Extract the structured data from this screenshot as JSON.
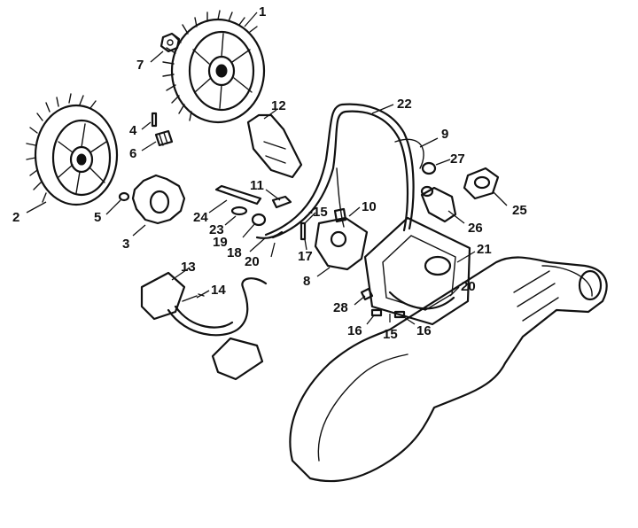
{
  "callouts": [
    {
      "id": "c1",
      "label": "1"
    },
    {
      "id": "c2",
      "label": "2"
    },
    {
      "id": "c3",
      "label": "3"
    },
    {
      "id": "c4",
      "label": "4"
    },
    {
      "id": "c5",
      "label": "5"
    },
    {
      "id": "c6",
      "label": "6"
    },
    {
      "id": "c7",
      "label": "7"
    },
    {
      "id": "c8",
      "label": "8"
    },
    {
      "id": "c9",
      "label": "9"
    },
    {
      "id": "c10",
      "label": "10"
    },
    {
      "id": "c11",
      "label": "11"
    },
    {
      "id": "c12",
      "label": "12"
    },
    {
      "id": "c13",
      "label": "13"
    },
    {
      "id": "c14",
      "label": "14"
    },
    {
      "id": "c15a",
      "label": "-15"
    },
    {
      "id": "c15b",
      "label": "15"
    },
    {
      "id": "c16a",
      "label": "16"
    },
    {
      "id": "c16b",
      "label": "16"
    },
    {
      "id": "c17",
      "label": "17"
    },
    {
      "id": "c18",
      "label": "18"
    },
    {
      "id": "c19",
      "label": "19"
    },
    {
      "id": "c20a",
      "label": "20"
    },
    {
      "id": "c20b",
      "label": "20"
    },
    {
      "id": "c21",
      "label": "21"
    },
    {
      "id": "c22",
      "label": "22"
    },
    {
      "id": "c23",
      "label": "23"
    },
    {
      "id": "c24",
      "label": "24"
    },
    {
      "id": "c25",
      "label": "25"
    },
    {
      "id": "c26",
      "label": "26"
    },
    {
      "id": "c27",
      "label": "27"
    },
    {
      "id": "c28",
      "label": "28"
    }
  ]
}
